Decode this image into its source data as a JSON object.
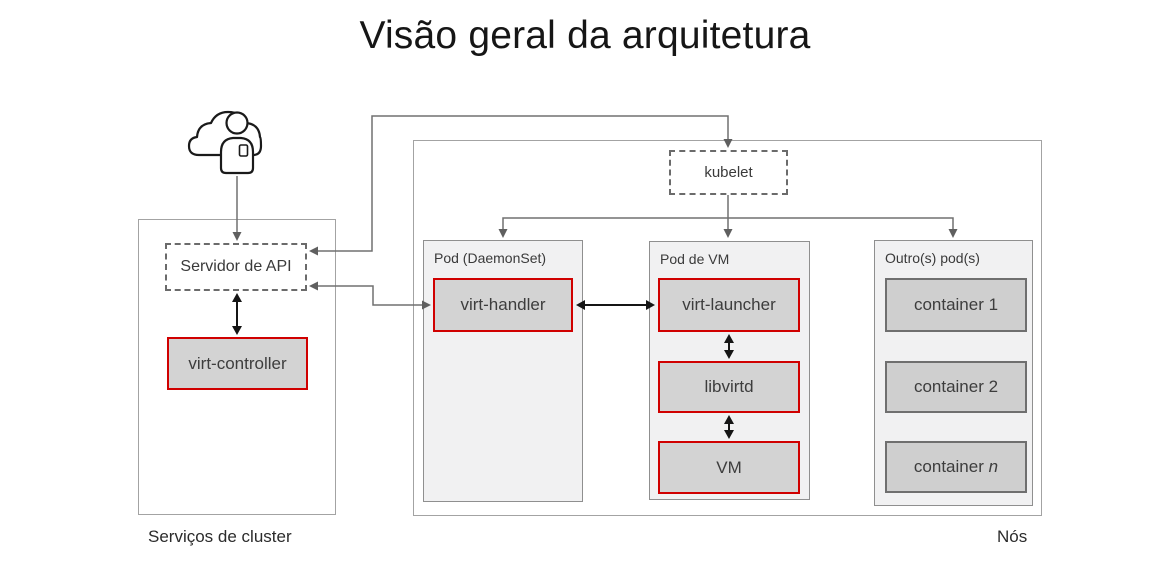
{
  "title": "Visão geral da arquitetura",
  "cluster": {
    "label": "Serviços de cluster",
    "api_server": "Servidor de API",
    "virt_controller": "virt-controller"
  },
  "nodes": {
    "label": "Nós",
    "kubelet": "kubelet",
    "pods": [
      {
        "title": "Pod (DaemonSet)",
        "components": [
          "virt-handler"
        ]
      },
      {
        "title": "Pod de VM",
        "components": [
          "virt-launcher",
          "libvirtd",
          "VM"
        ]
      },
      {
        "title": "Outro(s) pod(s)",
        "components": [
          "container 1",
          "container 2"
        ],
        "component_italic": {
          "prefix": "container ",
          "emphasis": "n"
        }
      }
    ]
  },
  "icons": {
    "cloud_user": "cloud-user-icon"
  },
  "colors": {
    "component_border_red": "#d00000",
    "component_fill_gray": "#d3d3d3",
    "pod_fill": "#f1f1f2",
    "connector_gray": "#707070",
    "connector_black": "#151515"
  }
}
